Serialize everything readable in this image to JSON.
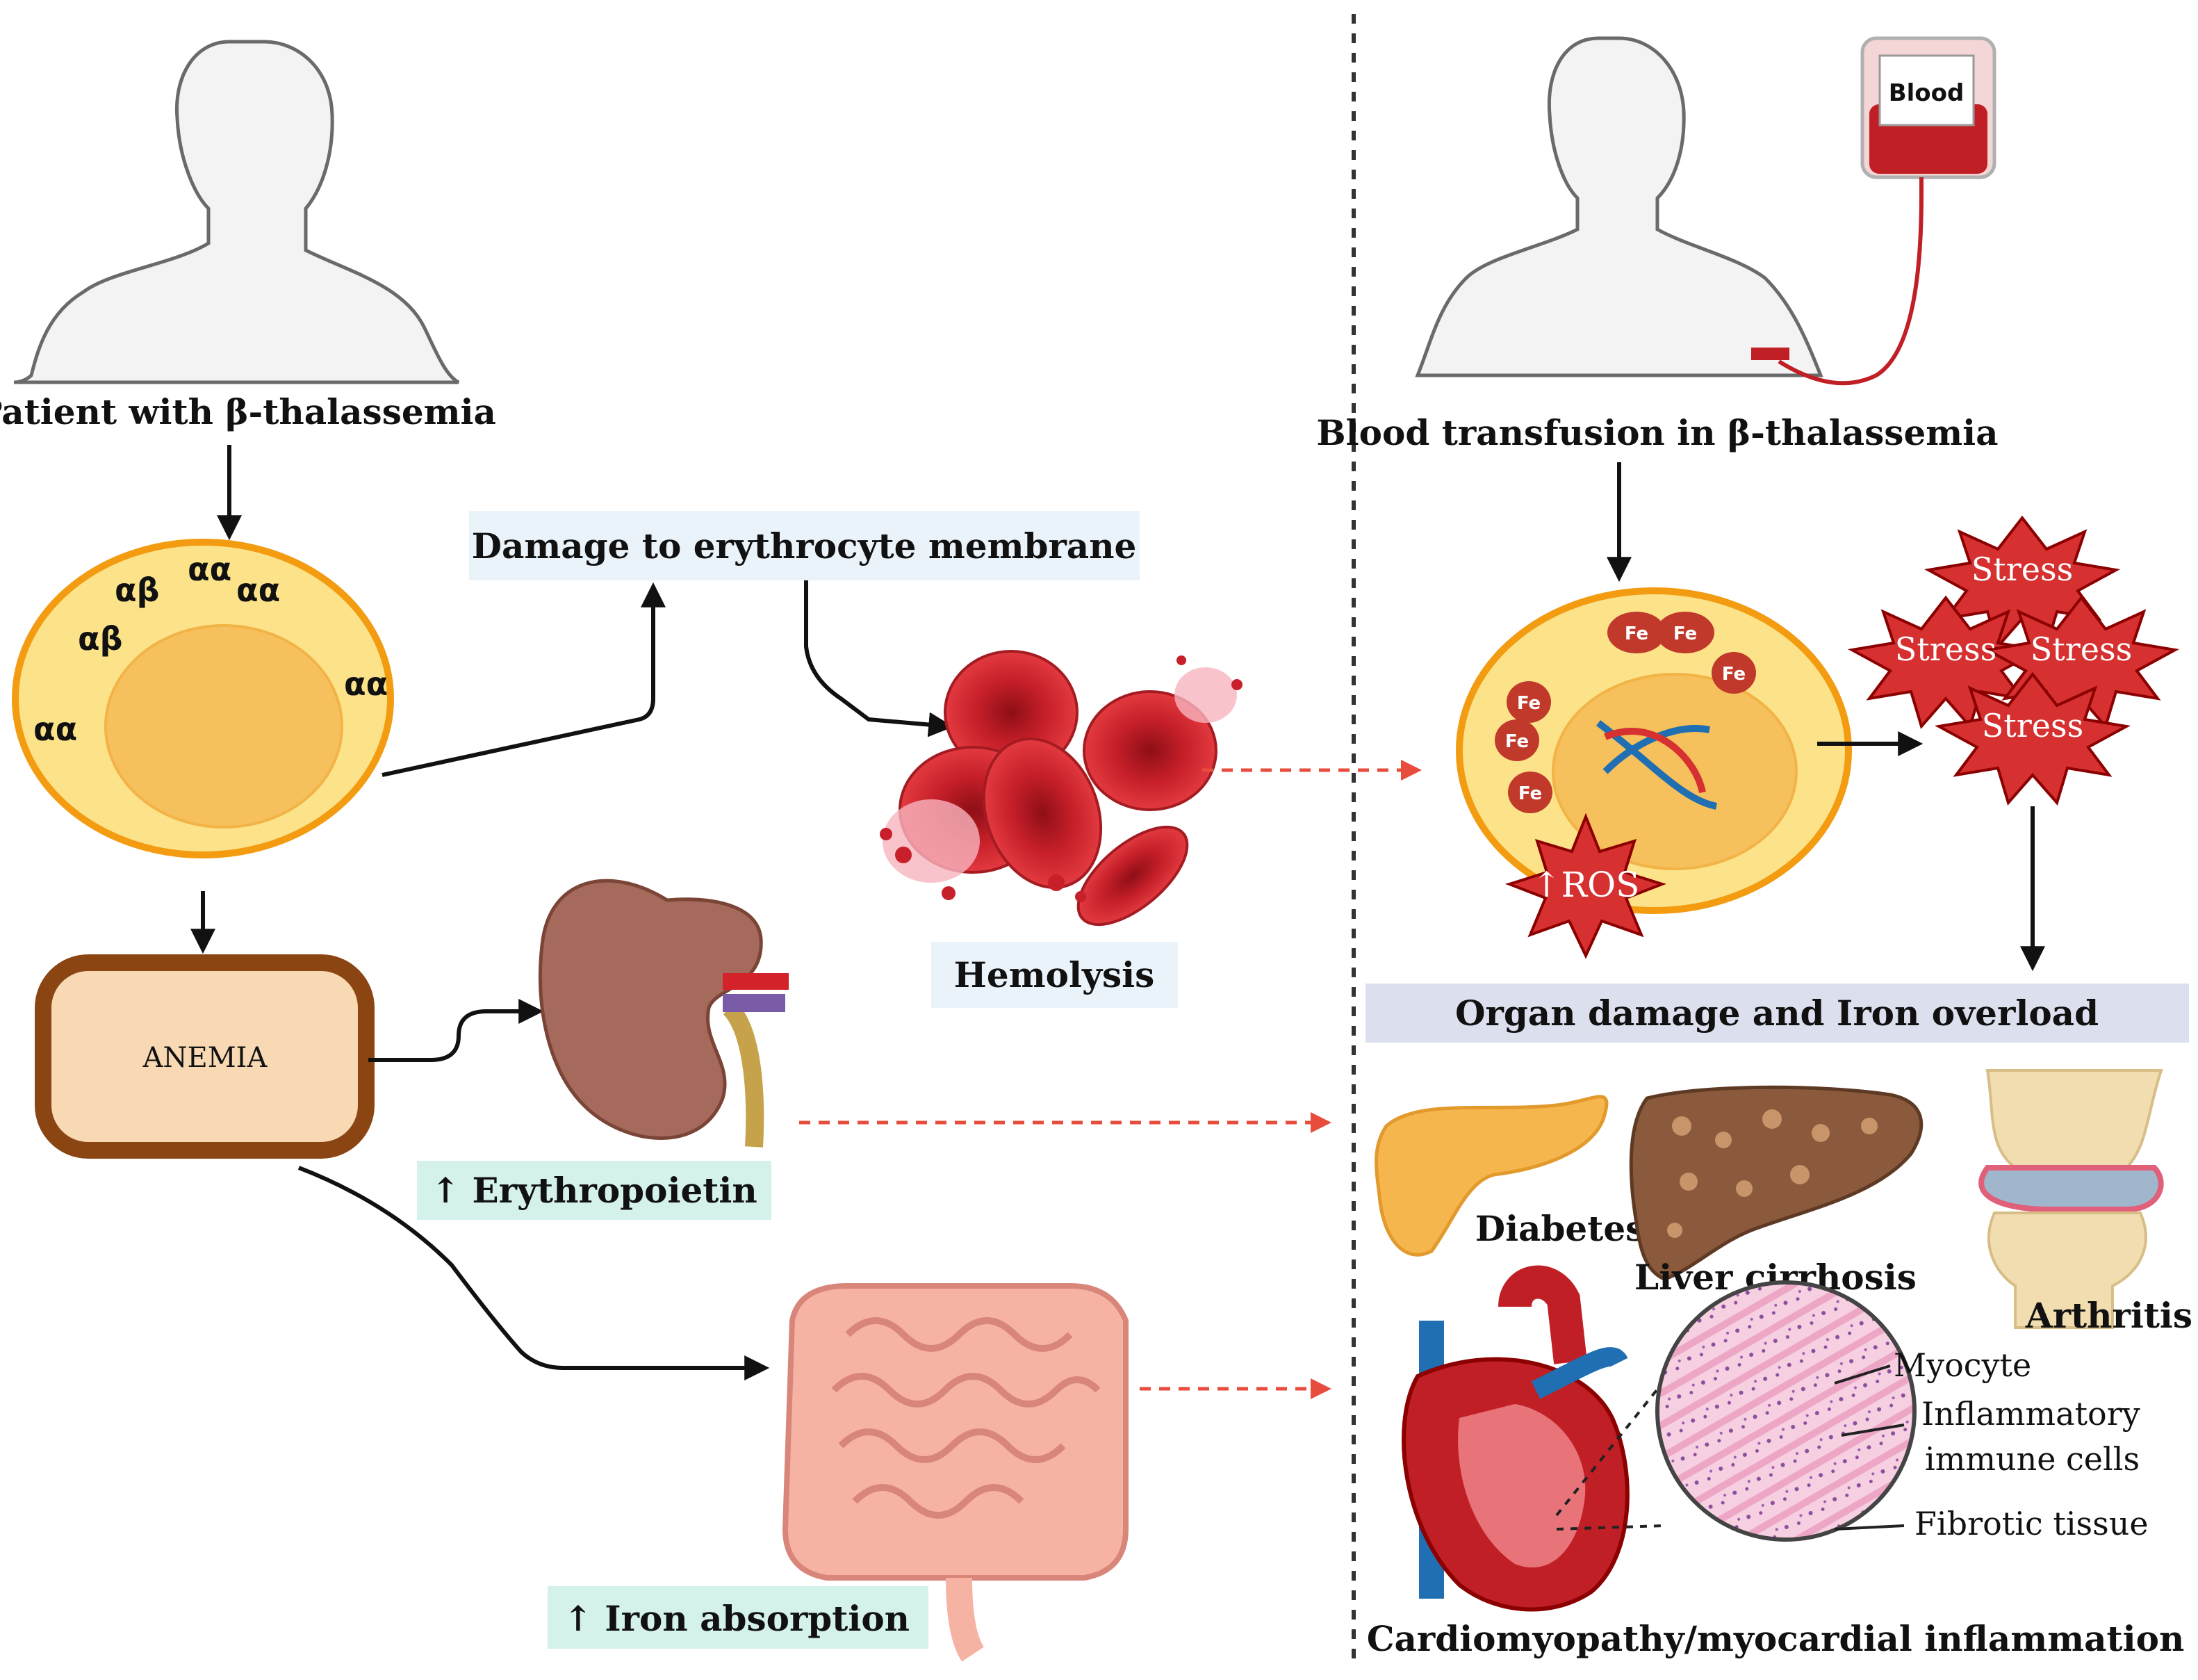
{
  "left": {
    "patient_label": "Patient with β-thalassemia",
    "chains": [
      "αα",
      "αβ",
      "αα",
      "αβ",
      "αα",
      "αα"
    ],
    "anemia": "ANEMIA",
    "damage_label": "Damage to erythrocyte membrane",
    "hemolysis_label": "Hemolysis",
    "epo_label": "↑ Erythropoietin",
    "iron_label": "↑ Iron absorption"
  },
  "right": {
    "transfusion_label": "Blood transfusion in β-thalassemia",
    "blood_bag_label": "Blood",
    "fe_label": "Fe",
    "ros_label": "↑ROS",
    "stress_label": "Stress",
    "organ_label": "Organ damage and Iron overload",
    "diabetes": "Diabetes",
    "liver": "Liver cirrhosis",
    "arthritis": "Arthritis",
    "myocyte": "Myocyte",
    "inflammatory_1": "Inflammatory",
    "inflammatory_2": "immune cells",
    "fibrotic": "Fibrotic tissue",
    "cardio": "Cardiomyopathy/myocardial inflammation"
  },
  "colors": {
    "cell_fill": "#FCE38A",
    "cell_border": "#F39C12",
    "anemia_fill": "#F8D9B4",
    "anemia_border": "#8B4513",
    "label_bg_blue": "#EAF2FA",
    "label_bg_teal": "#D4F1EC",
    "label_bg_purple": "#DCE0EE",
    "rbc": "#D0202B",
    "stress_star": "#D63031",
    "dashed_arrow": "#E74C3C"
  }
}
